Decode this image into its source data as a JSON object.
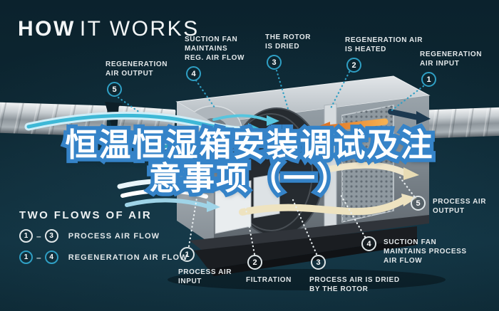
{
  "title": {
    "bold": "HOW",
    "light": "IT WORKS"
  },
  "overlay": {
    "line1": "恒温恒湿箱安装调试及注",
    "line2": "意事项（一）"
  },
  "legend": {
    "heading": "TWO FLOWS OF AIR",
    "rows": [
      {
        "from": "1",
        "dash": "–",
        "to": "3",
        "label": "PROCESS AIR FLOW"
      },
      {
        "from": "1",
        "dash": "–",
        "to": "4",
        "label": "REGENERATION AIR FLOW"
      }
    ]
  },
  "callouts": {
    "regeneration": [
      {
        "num": "1",
        "label": "REGENERATION\nAIR INPUT"
      },
      {
        "num": "2",
        "label": "REGENERATION AIR\nIS HEATED"
      },
      {
        "num": "3",
        "label": "THE ROTOR\nIS DRIED"
      },
      {
        "num": "4",
        "label": "SUCTION FAN\nMAINTAINS\nREG. AIR FLOW"
      },
      {
        "num": "5",
        "label": "REGENERATION\nAIR OUTPUT"
      }
    ],
    "process": [
      {
        "num": "1",
        "label": "PROCESS AIR\nINPUT"
      },
      {
        "num": "2",
        "label": "FILTRATION"
      },
      {
        "num": "3",
        "label": "PROCESS AIR IS DRIED\nBY THE ROTOR"
      },
      {
        "num": "4",
        "label": "SUCTION FAN\nMAINTAINS PROCESS\nAIR FLOW"
      },
      {
        "num": "5",
        "label": "PROCESS AIR\nOUTPUT"
      }
    ]
  },
  "colors": {
    "background_teal": "#0d2732",
    "accent_blue_circle": "#2f9fc4",
    "white_circle": "#dfe6e8",
    "label_text": "#e3e8ea",
    "overlay_fill": "#ffffff",
    "overlay_stroke": "#3583c8",
    "airflow_cyan": "#3db8d6",
    "heater_orange": "#e07524",
    "process_cream": "#e8dcb4"
  }
}
